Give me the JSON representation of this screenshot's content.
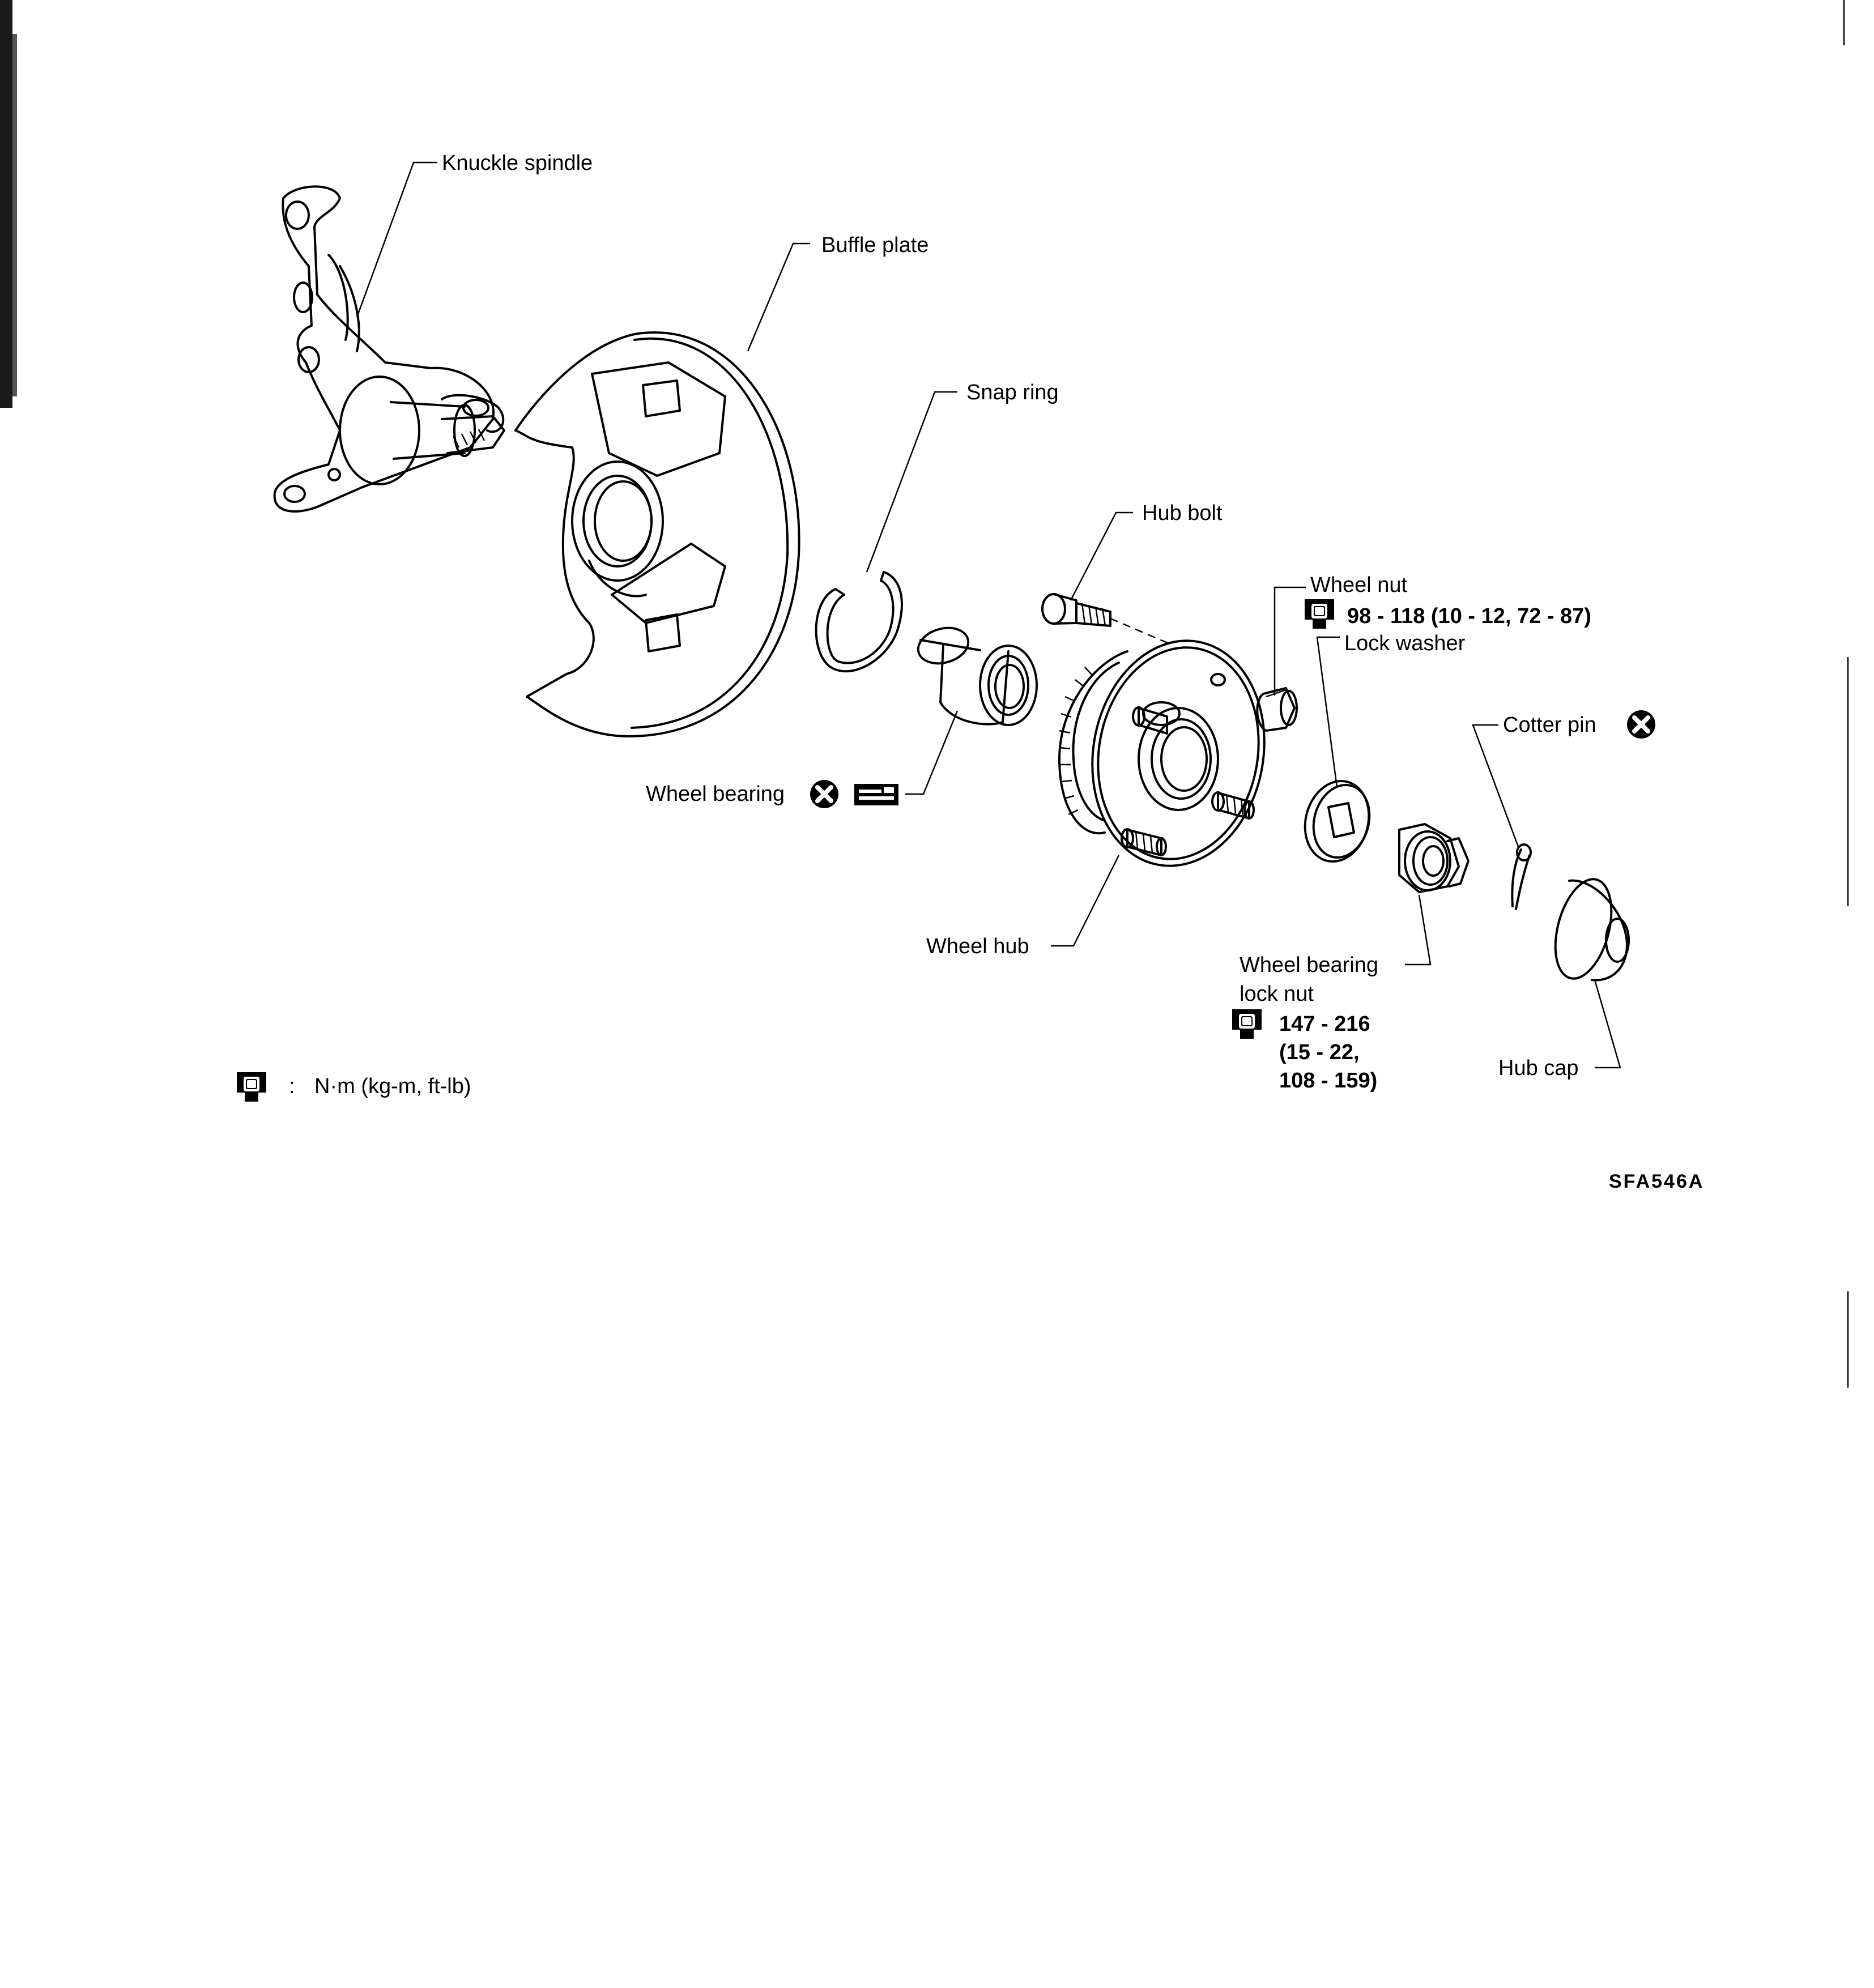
{
  "labels": {
    "knuckle_spindle": "Knuckle spindle",
    "buffle_plate": "Buffle plate",
    "snap_ring": "Snap ring",
    "hub_bolt": "Hub bolt",
    "wheel_nut": "Wheel nut",
    "wheel_nut_torque": "98 - 118 (10 - 12, 72 - 87)",
    "lock_washer": "Lock washer",
    "cotter_pin": "Cotter pin",
    "wheel_bearing": "Wheel bearing",
    "wheel_hub": "Wheel hub",
    "wheel_bearing_lock_nut_line1": "Wheel bearing",
    "wheel_bearing_lock_nut_line2": "lock nut",
    "lock_nut_torque_line1": "147 - 216",
    "lock_nut_torque_line2": "(15 - 22,",
    "lock_nut_torque_line3": "108 - 159)",
    "hub_cap": "Hub cap"
  },
  "legend": {
    "separator": ":",
    "units": "N·m (kg-m, ft-lb)"
  },
  "figure_code": "SFA546A",
  "icons": [
    "torque-wrench-icon",
    "replace-x-icon",
    "grease-icon"
  ]
}
